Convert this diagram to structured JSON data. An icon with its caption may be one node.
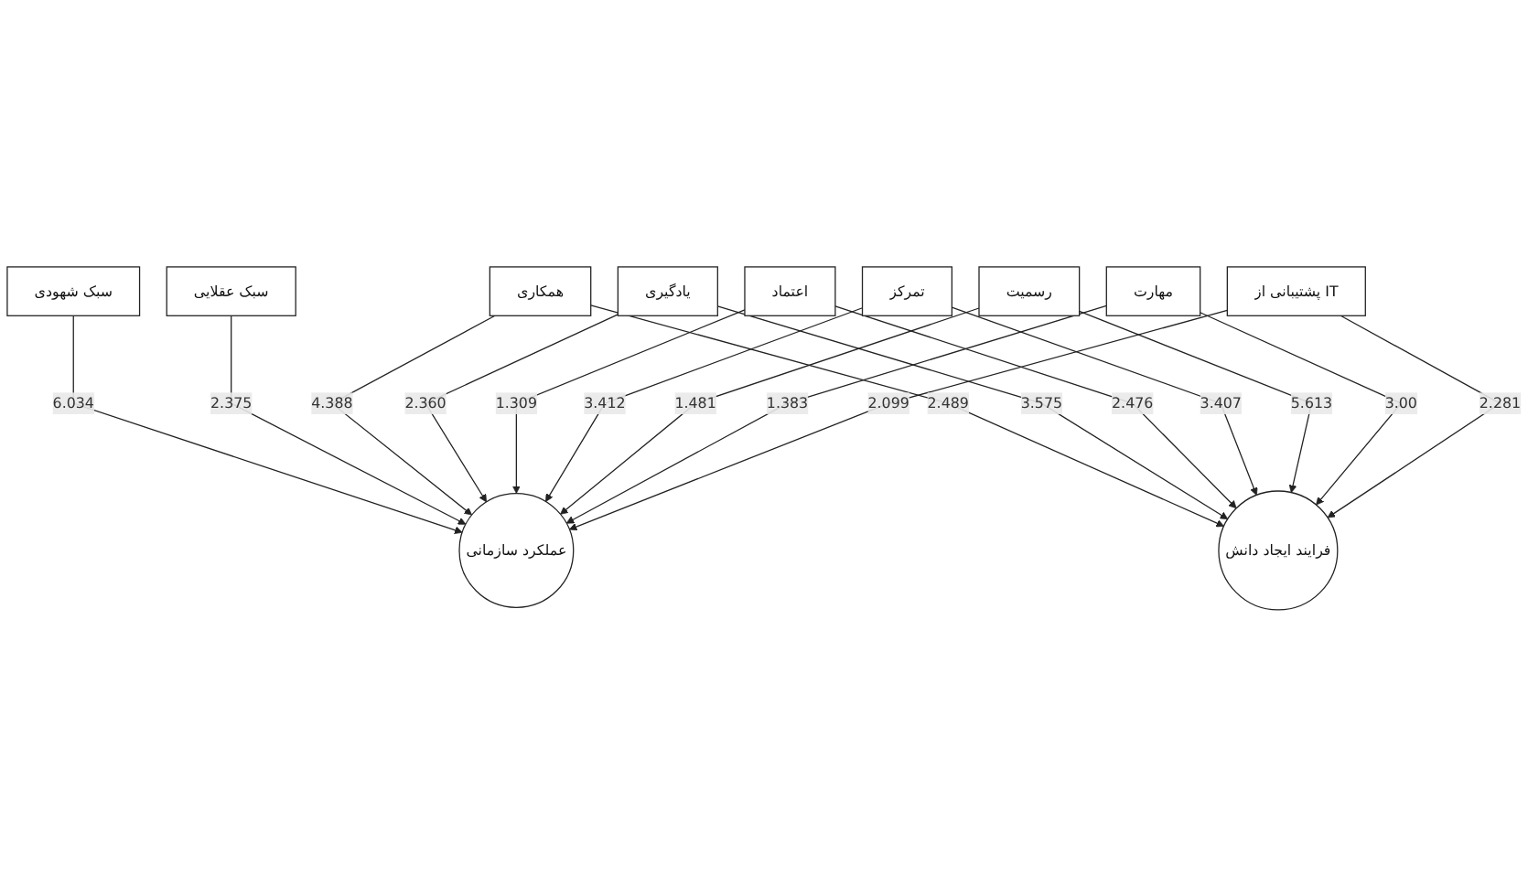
{
  "diagram": {
    "nodes": [
      {
        "text": [
          "سبک شهودی"
        ]
      },
      {
        "text": [
          "عملکرد سازمانی"
        ]
      },
      {
        "text": [
          "سبک عقلایی"
        ]
      },
      {
        "text": [
          "همکاری"
        ]
      },
      {
        "text": [
          "یادگیری"
        ]
      },
      {
        "text": [
          "اعتماد"
        ]
      },
      {
        "text": [
          "تمرکز"
        ]
      },
      {
        "text": [
          "رسمیت"
        ]
      },
      {
        "text": [
          "مهارت"
        ]
      },
      {
        "text": [
          "پشتیبانی از IT"
        ]
      },
      {
        "text": [
          "فرایند ایجاد دانش"
        ]
      }
    ],
    "edges": [
      {
        "from": 0,
        "to": 1,
        "arrow": "to",
        "label": "6.034"
      },
      {
        "from": 2,
        "to": 1,
        "arrow": "to",
        "label": "2.375"
      },
      {
        "from": 3,
        "to": 1,
        "arrow": "to",
        "label": "4.388"
      },
      {
        "from": 4,
        "to": 1,
        "arrow": "to",
        "label": "2.360"
      },
      {
        "from": 5,
        "to": 1,
        "arrow": "to",
        "label": "1.309"
      },
      {
        "from": 6,
        "to": 1,
        "arrow": "to",
        "label": "3.412"
      },
      {
        "from": 7,
        "to": 1,
        "arrow": "to",
        "label": "1.481"
      },
      {
        "from": 8,
        "to": 1,
        "arrow": "to",
        "label": "1.383"
      },
      {
        "from": 9,
        "to": 1,
        "arrow": "to",
        "label": "2.099"
      },
      {
        "from": 3,
        "to": 10,
        "arrow": "to",
        "label": "2.489"
      },
      {
        "from": 4,
        "to": 10,
        "arrow": "to",
        "label": "3.575"
      },
      {
        "from": 5,
        "to": 10,
        "arrow": "to",
        "label": "2.476"
      },
      {
        "from": 6,
        "to": 10,
        "arrow": "to",
        "label": "3.407"
      },
      {
        "from": 7,
        "to": 10,
        "arrow": "to",
        "label": "5.613"
      },
      {
        "from": 8,
        "to": 10,
        "arrow": "to",
        "label": "3.00"
      },
      {
        "from": 9,
        "to": 10,
        "arrow": "to",
        "label": "2.281"
      }
    ]
  }
}
